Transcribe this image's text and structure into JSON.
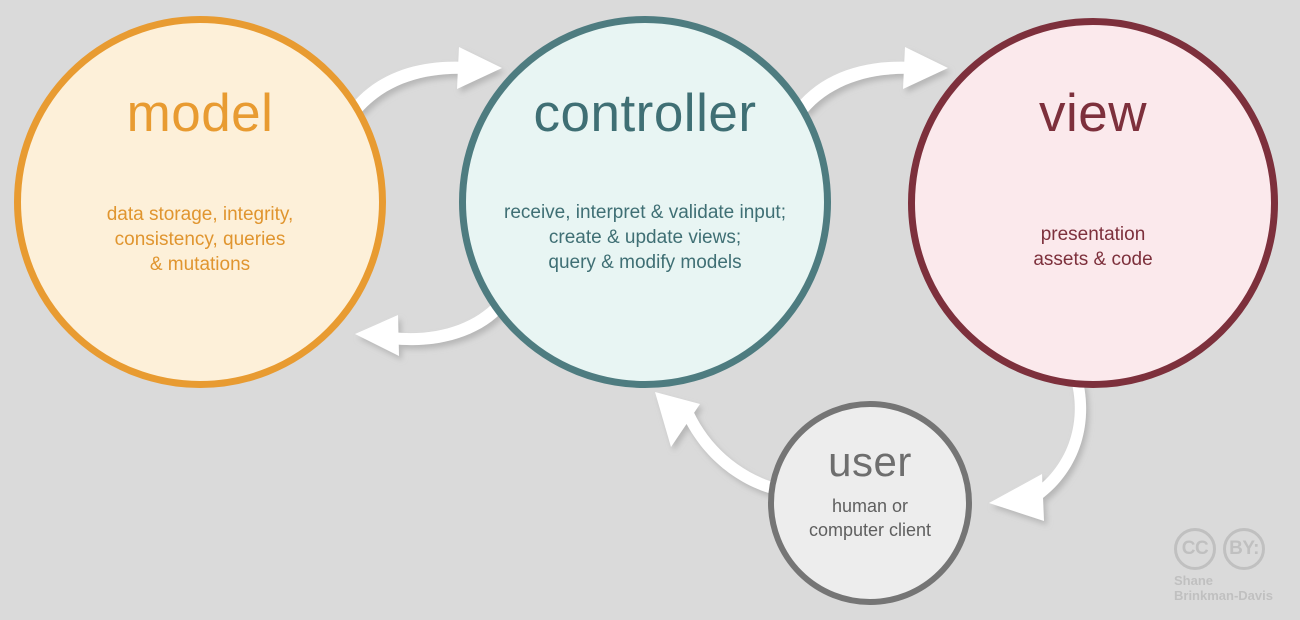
{
  "diagram": {
    "background_color": "#dadada",
    "nodes": [
      {
        "id": "model",
        "title": "model",
        "description": "data storage, integrity,\nconsistency, queries\n& mutations",
        "border_color": "#e89b31",
        "fill_color": "#fdf0d9",
        "text_color": "#e89b31"
      },
      {
        "id": "controller",
        "title": "controller",
        "description": "receive, interpret & validate input;\ncreate & update views;\nquery & modify models",
        "border_color": "#4e7c80",
        "fill_color": "#e8f5f3",
        "text_color": "#3f6f74"
      },
      {
        "id": "view",
        "title": "view",
        "description": "presentation\nassets & code",
        "border_color": "#7d303c",
        "fill_color": "#fbe9ec",
        "text_color": "#7d303c"
      },
      {
        "id": "user",
        "title": "user",
        "description": "human or\ncomputer client",
        "border_color": "#757575",
        "fill_color": "#ededed",
        "text_color": "#6e6e6e"
      }
    ],
    "arrows": [
      {
        "id": "model-to-controller",
        "from": "model",
        "to": "controller",
        "color": "#ffffff"
      },
      {
        "id": "controller-to-model",
        "from": "controller",
        "to": "model",
        "color": "#ffffff"
      },
      {
        "id": "controller-to-view",
        "from": "controller",
        "to": "view",
        "color": "#ffffff"
      },
      {
        "id": "view-to-user",
        "from": "view",
        "to": "user",
        "color": "#ffffff"
      },
      {
        "id": "user-to-controller",
        "from": "user",
        "to": "controller",
        "color": "#ffffff"
      }
    ]
  },
  "credit": {
    "cc_mark": "CC",
    "by_mark": "BY:",
    "author": "Shane\nBrinkman-Davis"
  }
}
